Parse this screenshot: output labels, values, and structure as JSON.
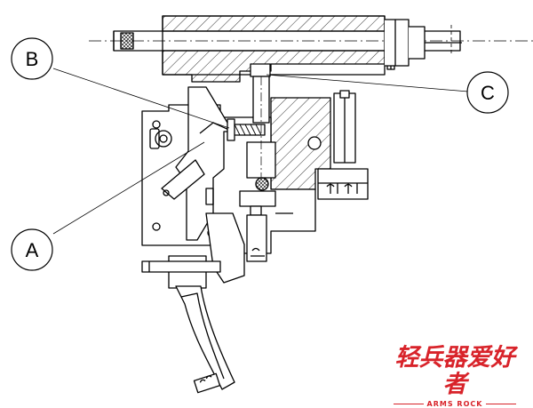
{
  "labels": {
    "a": "A",
    "b": "B",
    "c": "C"
  },
  "watermark": {
    "chinese": "轻兵器爱好者",
    "english": "ARMS ROCK",
    "color": "#d8232a"
  }
}
